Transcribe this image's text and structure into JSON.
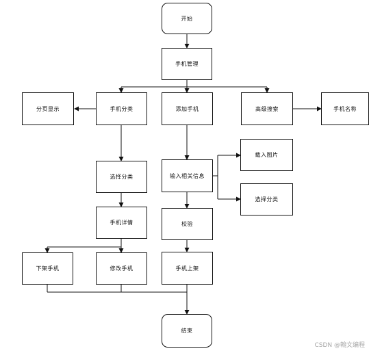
{
  "nodes": {
    "start": "开始",
    "phone_manage": "手机管理",
    "page_display": "分页显示",
    "phone_category": "手机分类",
    "add_phone": "添加手机",
    "advanced_search": "高级搜索",
    "phone_name": "手机名称",
    "select_category_left": "选择分类",
    "enter_info": "输入相关信息",
    "upload_image": "载入图片",
    "select_category_right": "选择分类",
    "phone_detail": "手机详情",
    "validate": "校验",
    "delist_phone": "下架手机",
    "edit_phone": "修改手机",
    "list_phone": "手机上架",
    "end": "结束"
  },
  "watermark": "CSDN @翰文编程"
}
